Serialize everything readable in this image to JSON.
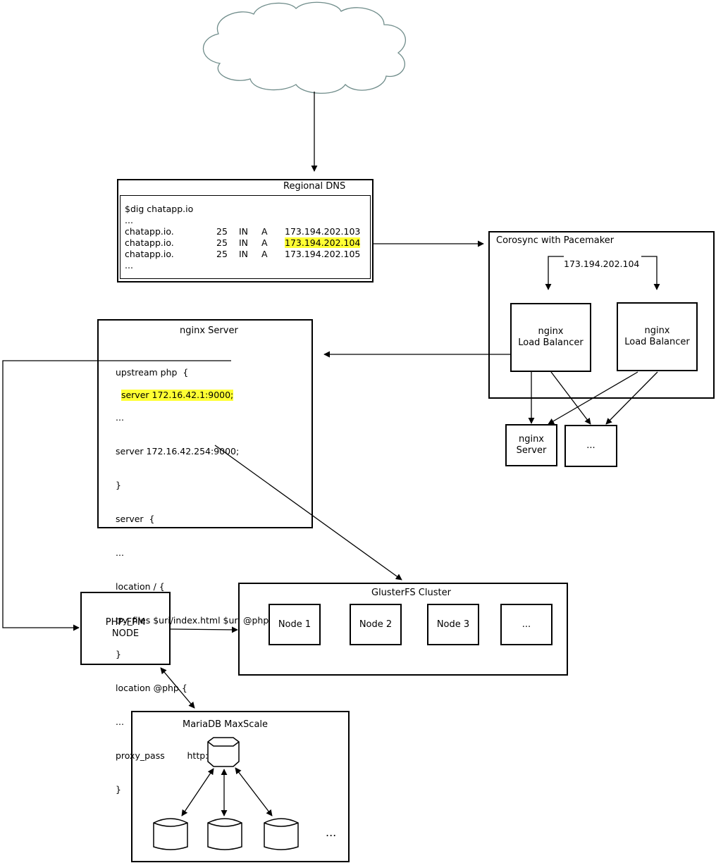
{
  "cloud": {
    "icon": "internet-cloud-icon"
  },
  "dns": {
    "title": "Regional DNS",
    "lines": [
      {
        "t": "$dig chatapp.io"
      },
      {
        "t": "..."
      },
      {
        "host": "chatapp.io.",
        "ttl": "25",
        "cls": "IN",
        "type": "A",
        "ip": "173.194.202.103"
      },
      {
        "host": "chatapp.io.",
        "ttl": "25",
        "cls": "IN",
        "type": "A",
        "ip": "173.194.202.104",
        "highlight": true
      },
      {
        "host": "chatapp.io.",
        "ttl": "25",
        "cls": "IN",
        "type": "A",
        "ip": "173.194.202.105"
      },
      {
        "t": "..."
      }
    ]
  },
  "corosync": {
    "title": "Corosync with Pacemaker",
    "vip": "173.194.202.104",
    "lb1": "nginx\nLoad Balancer",
    "lb2": "nginx\nLoad Balancer",
    "server": "nginx\nServer",
    "more": "..."
  },
  "nginx": {
    "title": "nginx Server",
    "lines": [
      "upstream php  {",
      "server 172.16.42.1:9000;",
      "...",
      "server 172.16.42.254:9000;",
      "}",
      "server  {",
      "...",
      "location / {",
      "try_files $uri/index.html $uri @php;",
      "}",
      "location @php {",
      "...",
      "proxy_pass        http://php;",
      "}"
    ]
  },
  "phpfpm": {
    "label": "PHP-FPM\nNODE"
  },
  "gluster": {
    "title": "GlusterFS Cluster",
    "nodes": [
      "Node 1",
      "Node 2",
      "Node 3",
      "..."
    ]
  },
  "mariadb": {
    "title": "MariaDB MaxScale",
    "more": "..."
  },
  "colors": {
    "highlight": "#ffff33",
    "cloud_stroke": "#6f8c8a",
    "cloud_fill": "#ffffff",
    "line": "#000000"
  }
}
